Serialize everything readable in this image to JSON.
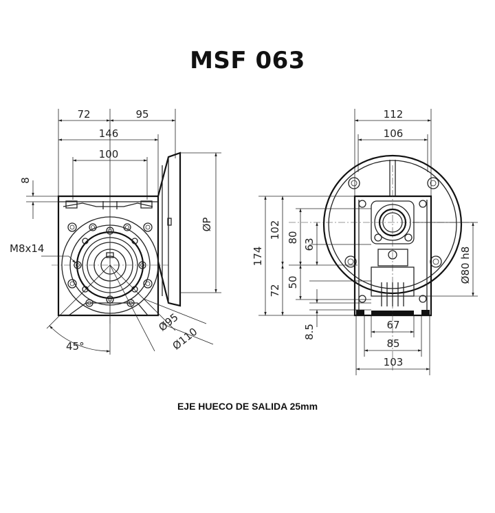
{
  "title": "MSF 063",
  "caption": "EJE HUECO DE SALIDA 25mm",
  "left_view": {
    "dims": {
      "d72": "72",
      "d95": "95",
      "d146": "146",
      "d100": "100",
      "d8": "8",
      "m8x14": "M8x14",
      "dP": "ØP",
      "d45": "45°",
      "dia95": "Ø95",
      "dia110": "Ø110"
    }
  },
  "right_view": {
    "dims": {
      "d112": "112",
      "d106": "106",
      "d174": "174",
      "d102": "102",
      "d80": "80",
      "d63": "63",
      "d72": "72",
      "d50": "50",
      "d8_5": "8.5",
      "d67": "67",
      "d85": "85",
      "d103": "103",
      "dia80h8": "Ø80 h8"
    }
  }
}
